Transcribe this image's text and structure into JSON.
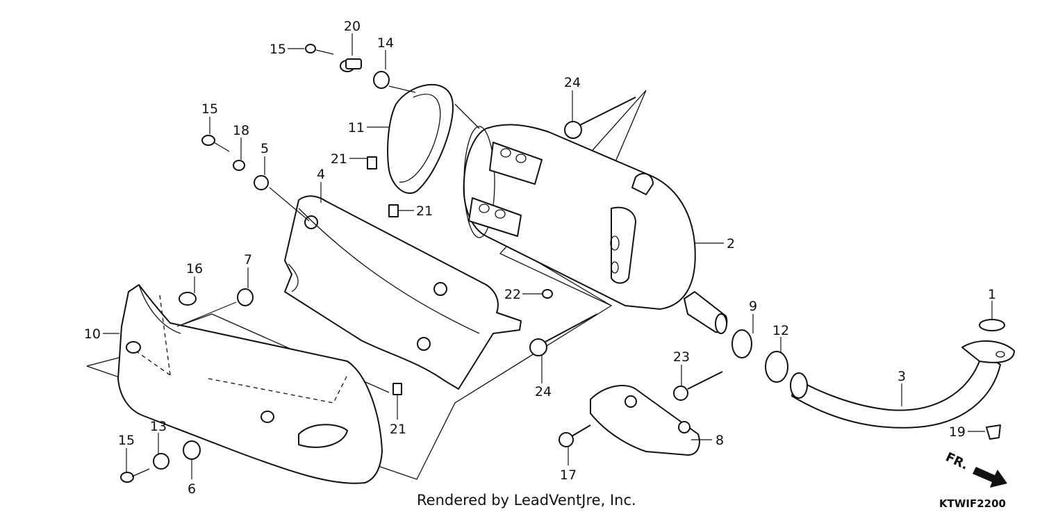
{
  "diagram": {
    "callouts": [
      {
        "id": "c1",
        "number": "1"
      },
      {
        "id": "c2",
        "number": "2"
      },
      {
        "id": "c3",
        "number": "3"
      },
      {
        "id": "c4",
        "number": "4"
      },
      {
        "id": "c5",
        "number": "5"
      },
      {
        "id": "c6",
        "number": "6"
      },
      {
        "id": "c7",
        "number": "7"
      },
      {
        "id": "c8",
        "number": "8"
      },
      {
        "id": "c9",
        "number": "9"
      },
      {
        "id": "c10",
        "number": "10"
      },
      {
        "id": "c11",
        "number": "11"
      },
      {
        "id": "c12",
        "number": "12"
      },
      {
        "id": "c13",
        "number": "13"
      },
      {
        "id": "c14",
        "number": "14"
      },
      {
        "id": "c15a",
        "number": "15"
      },
      {
        "id": "c15b",
        "number": "15"
      },
      {
        "id": "c15c",
        "number": "15"
      },
      {
        "id": "c16",
        "number": "16"
      },
      {
        "id": "c17",
        "number": "17"
      },
      {
        "id": "c18",
        "number": "18"
      },
      {
        "id": "c19",
        "number": "19"
      },
      {
        "id": "c20",
        "number": "20"
      },
      {
        "id": "c21a",
        "number": "21"
      },
      {
        "id": "c21b",
        "number": "21"
      },
      {
        "id": "c21c",
        "number": "21"
      },
      {
        "id": "c22",
        "number": "22"
      },
      {
        "id": "c23",
        "number": "23"
      },
      {
        "id": "c24a",
        "number": "24"
      },
      {
        "id": "c24b",
        "number": "24"
      }
    ],
    "direction_label": "FR.",
    "credit": "Rendered by LeadVentJre, Inc.",
    "diagram_code": "KTWIF2200"
  }
}
